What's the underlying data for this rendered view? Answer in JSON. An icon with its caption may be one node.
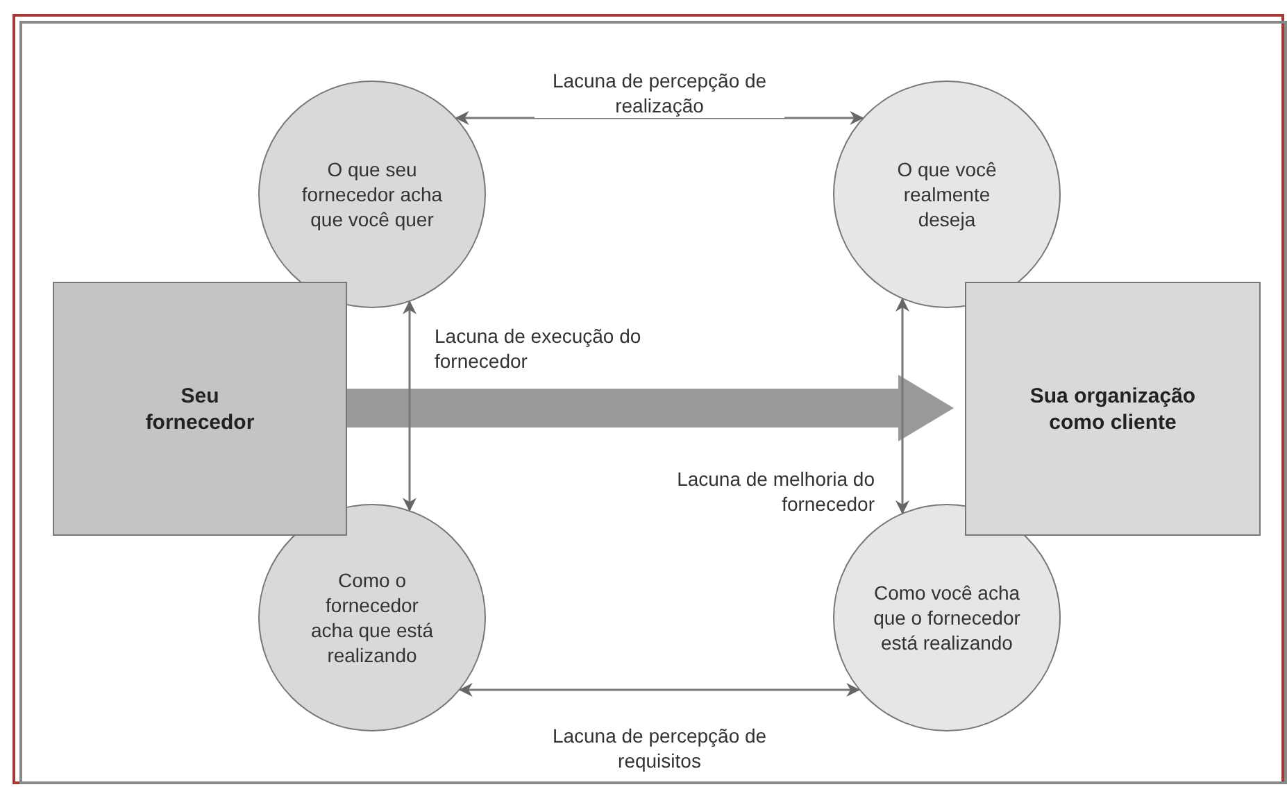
{
  "diagram": {
    "nodes": [
      {
        "text": [
          "O que seu fornecedor acha que você quer"
        ]
      },
      {
        "text": [
          "O que você realmente deseja"
        ]
      },
      {
        "text": [
          "Seu fornecedor"
        ]
      },
      {
        "text": [
          "Sua organização como cliente"
        ]
      },
      {
        "text": [
          "Como o fornecedor acha que está realizando"
        ]
      },
      {
        "text": [
          "Como você acha que o fornecedor está realizando"
        ]
      }
    ],
    "edges": [
      {
        "from": 0,
        "to": 1,
        "arrow": "both",
        "label": "Lacuna de percepção de realização"
      },
      {
        "from": 2,
        "to": 3,
        "arrow": "to",
        "style": "thick"
      },
      {
        "from": 0,
        "to": 4,
        "arrow": "both",
        "label": "Lacuna de execução do fornecedor"
      },
      {
        "from": 1,
        "to": 5,
        "arrow": "both",
        "label": "Lacuna de melhoria do fornecedor"
      },
      {
        "from": 4,
        "to": 5,
        "arrow": "both",
        "label": "Lacuna de percepção de requisitos"
      }
    ]
  }
}
